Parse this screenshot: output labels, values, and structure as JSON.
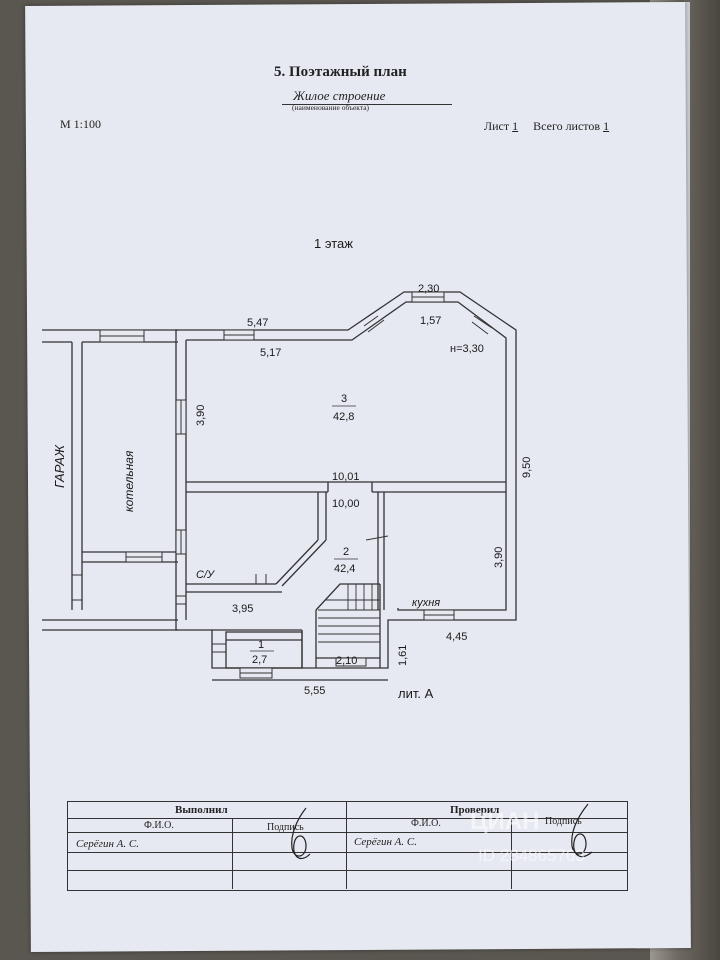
{
  "header": {
    "title": "5. Поэтажный план",
    "object_name": "Жилое строение",
    "object_caption": "(наименование объекта)",
    "scale": "М 1:100",
    "sheet_label": "Лист",
    "sheet_value": "1",
    "total_label": "Всего листов",
    "total_value": "1"
  },
  "plan": {
    "floor_label": "1 этаж",
    "garage_label": "ГАРАЖ",
    "boiler_label": "котельная",
    "wc_label": "С/У",
    "kitchen_label": "кухня",
    "litera": "лит. А",
    "height": "н=3,30",
    "rooms": [
      {
        "no": "3",
        "area": "42,8"
      },
      {
        "no": "2",
        "area": "42,4"
      },
      {
        "no": "1",
        "area": "2,7"
      }
    ],
    "dims": {
      "top_outer": "5,47",
      "top_inner": "5,17",
      "bay_outer": "2,30",
      "bay_inner": "1,57",
      "room3_height": "3,90",
      "mid_upper": "10,01",
      "mid_lower": "10,00",
      "right_total": "9,50",
      "kitchen_height": "3,90",
      "hall_width": "3,95",
      "kitchen_width": "4,45",
      "step": "1,61",
      "stair_width": "2,10",
      "bottom": "5,55"
    }
  },
  "table": {
    "done_by": "Выполнил",
    "checked_by": "Проверил",
    "fio": "Ф.И.О.",
    "signature": "Подпись",
    "name_left": "Серёгин А. С.",
    "name_right": "Серёгин А. С."
  },
  "watermark": {
    "brand": "ЦИАН",
    "id_text": "ID 284865763"
  }
}
